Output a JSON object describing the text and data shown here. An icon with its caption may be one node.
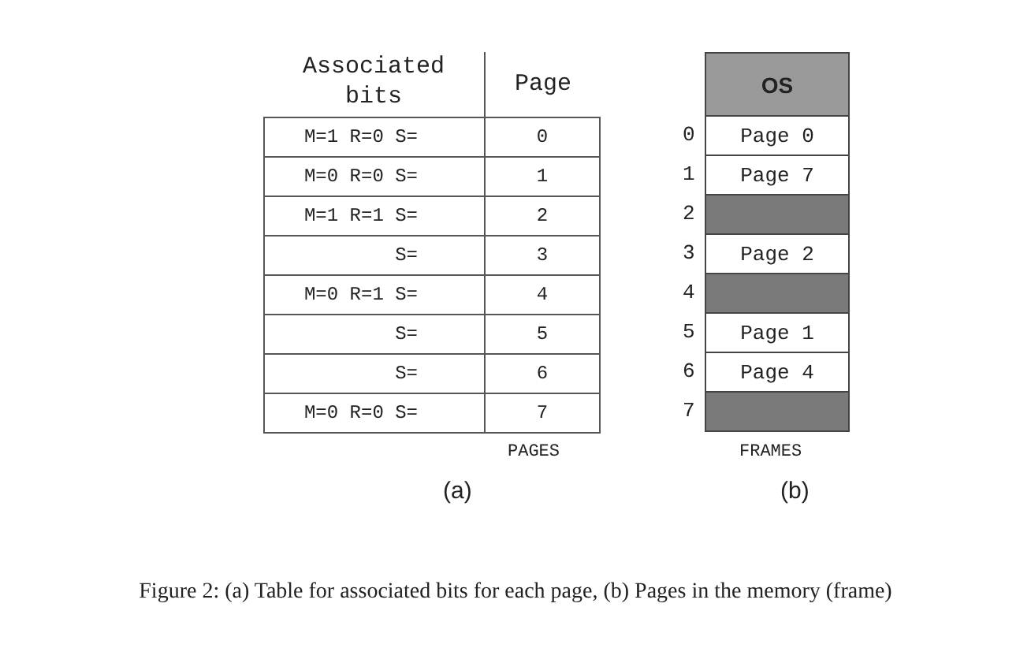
{
  "diagram": {
    "caption": "Figure 2: (a) Table for associated bits for each page, (b) Pages in the memory (frame)",
    "nodes": [
      {
        "text": [
          "OS"
        ]
      },
      {
        "text": [
          "Page 0"
        ],
        "beside": [
          "0"
        ]
      },
      {
        "text": [
          "Page 7"
        ],
        "beside": [
          "1"
        ]
      },
      {
        "text": [],
        "shape": "box",
        "beside": [
          "2"
        ]
      },
      {
        "text": [
          "Page 2"
        ],
        "beside": [
          "3"
        ]
      },
      {
        "text": [],
        "shape": "box",
        "beside": [
          "4"
        ]
      },
      {
        "text": [
          "Page 1"
        ],
        "beside": [
          "5"
        ]
      },
      {
        "text": [
          "Page 4"
        ],
        "beside": [
          "6"
        ]
      },
      {
        "text": [],
        "shape": "box",
        "beside": [
          "7"
        ]
      }
    ],
    "labels": [
      "Associated bits",
      "Page",
      "M=1 R=0 S=",
      "0",
      "M=0 R=0 S=",
      "1",
      "M=1 R=1 S=",
      "2",
      "S=",
      "3",
      "M=0 R=1 S=",
      "4",
      "S=",
      "5",
      "S=",
      "6",
      "M=0 R=0 S=",
      "7",
      "PAGES",
      "FRAMES",
      "(a)",
      "(b)"
    ]
  }
}
